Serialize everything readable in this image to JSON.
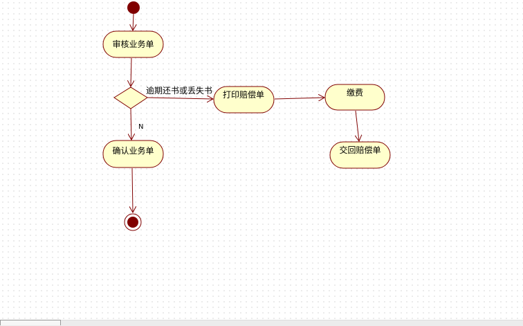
{
  "diagram": {
    "activities": {
      "review": "审核业务单",
      "print": "打印赔偿单",
      "pay": "缴费",
      "return": "交回赔偿单",
      "confirm": "确认业务单"
    },
    "guards": {
      "overdue": "逾期还书或丢失书",
      "no": "N"
    }
  },
  "colors": {
    "activity_fill": "#ffffcc",
    "line": "#800000",
    "node_fill": "#800000"
  }
}
